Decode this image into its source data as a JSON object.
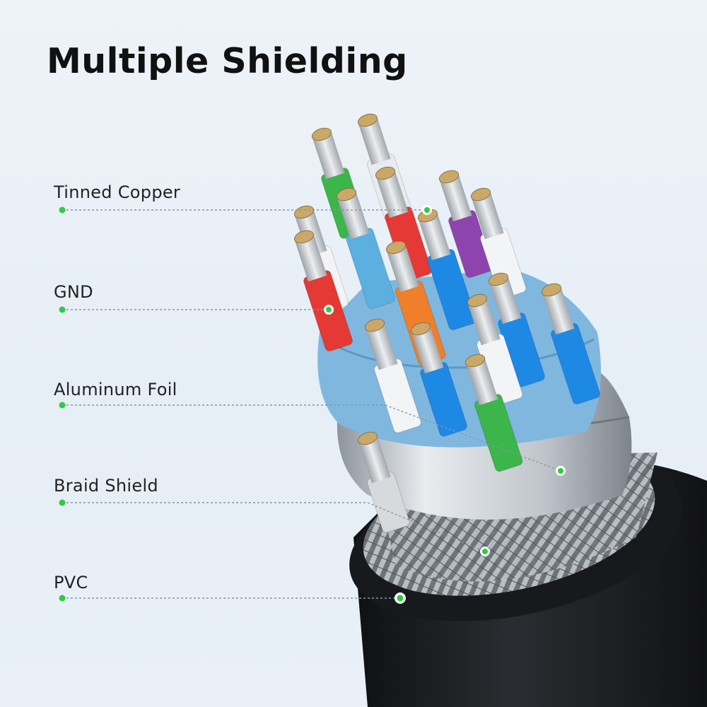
{
  "title": "Multiple Shielding",
  "labels": [
    {
      "text": "Tinned Copper"
    },
    {
      "text": "GND"
    },
    {
      "text": "Aluminum Foil"
    },
    {
      "text": "Braid Shield"
    },
    {
      "text": "PVC"
    }
  ],
  "colors": {
    "accent": "#2ecc40",
    "leader": "#8a96a3",
    "jacket": "#1b1d20",
    "foil": "#c8cdd3",
    "copper": "#d7d9dc"
  }
}
